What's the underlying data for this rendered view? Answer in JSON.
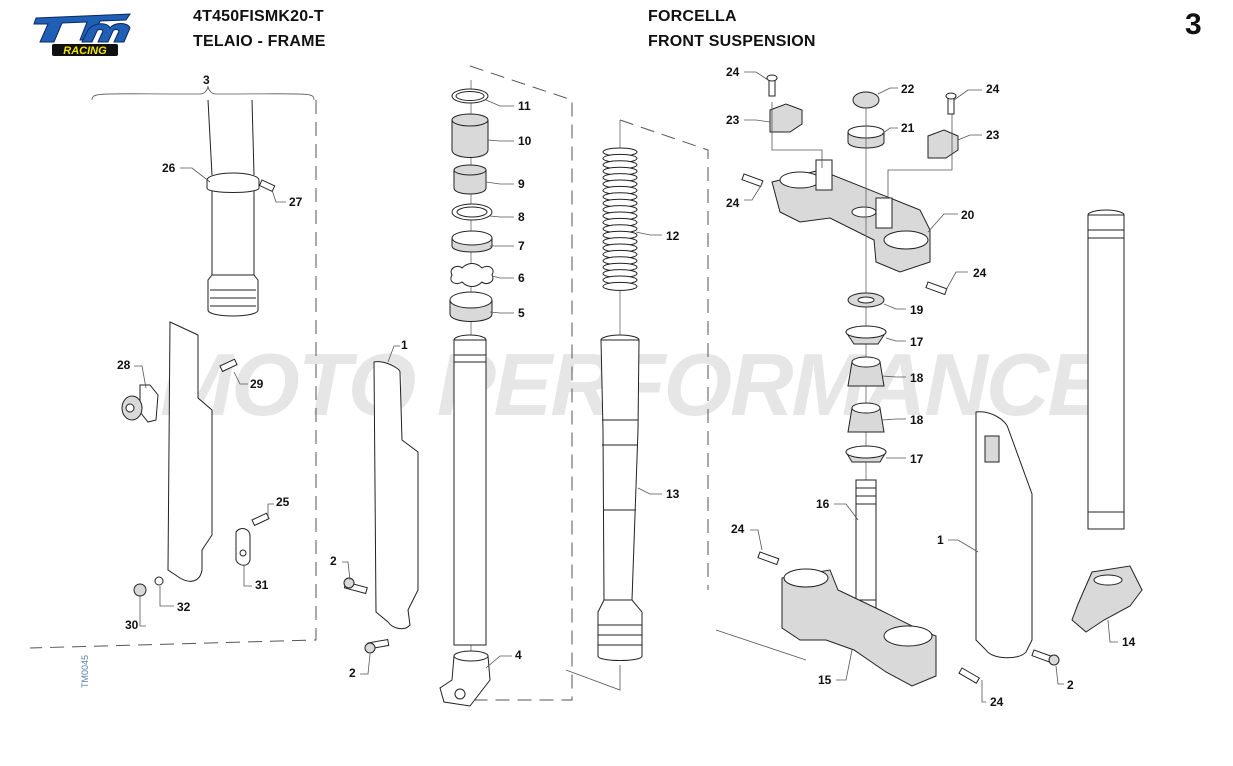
{
  "header": {
    "brand": "tm",
    "brand_sub": "RACING",
    "model_code": "4T450FISMK20-T",
    "section_it_en": "TELAIO - FRAME",
    "group_it": "FORCELLA",
    "group_en": "FRONT SUSPENSION",
    "page_number": "3"
  },
  "watermark": "MOTO PERFORMANCE",
  "document_id": "TM0045",
  "colors": {
    "brand_blue": "#1f5fb5",
    "brand_yellow": "#f2e300",
    "watermark": "#e6e6e6"
  },
  "callouts": [
    {
      "id": "c3",
      "label": "3"
    },
    {
      "id": "c26",
      "label": "26"
    },
    {
      "id": "c27",
      "label": "27"
    },
    {
      "id": "c28",
      "label": "28"
    },
    {
      "id": "c29",
      "label": "29"
    },
    {
      "id": "c25",
      "label": "25"
    },
    {
      "id": "c31",
      "label": "31"
    },
    {
      "id": "c32",
      "label": "32"
    },
    {
      "id": "c30",
      "label": "30"
    },
    {
      "id": "c1a",
      "label": "1"
    },
    {
      "id": "c2a",
      "label": "2"
    },
    {
      "id": "c2b",
      "label": "2"
    },
    {
      "id": "c4",
      "label": "4"
    },
    {
      "id": "c11",
      "label": "11"
    },
    {
      "id": "c10",
      "label": "10"
    },
    {
      "id": "c9",
      "label": "9"
    },
    {
      "id": "c8",
      "label": "8"
    },
    {
      "id": "c7",
      "label": "7"
    },
    {
      "id": "c6",
      "label": "6"
    },
    {
      "id": "c5",
      "label": "5"
    },
    {
      "id": "c12",
      "label": "12"
    },
    {
      "id": "c13",
      "label": "13"
    },
    {
      "id": "c24a",
      "label": "24"
    },
    {
      "id": "c23a",
      "label": "23"
    },
    {
      "id": "c22",
      "label": "22"
    },
    {
      "id": "c21",
      "label": "21"
    },
    {
      "id": "c24b",
      "label": "24"
    },
    {
      "id": "c23b",
      "label": "23"
    },
    {
      "id": "c24c",
      "label": "24"
    },
    {
      "id": "c20",
      "label": "20"
    },
    {
      "id": "c24d",
      "label": "24"
    },
    {
      "id": "c19",
      "label": "19"
    },
    {
      "id": "c17a",
      "label": "17"
    },
    {
      "id": "c18a",
      "label": "18"
    },
    {
      "id": "c18b",
      "label": "18"
    },
    {
      "id": "c17b",
      "label": "17"
    },
    {
      "id": "c16",
      "label": "16"
    },
    {
      "id": "c24e",
      "label": "24"
    },
    {
      "id": "c15",
      "label": "15"
    },
    {
      "id": "c24f",
      "label": "24"
    },
    {
      "id": "c1b",
      "label": "1"
    },
    {
      "id": "c14",
      "label": "14"
    },
    {
      "id": "c2c",
      "label": "2"
    }
  ]
}
